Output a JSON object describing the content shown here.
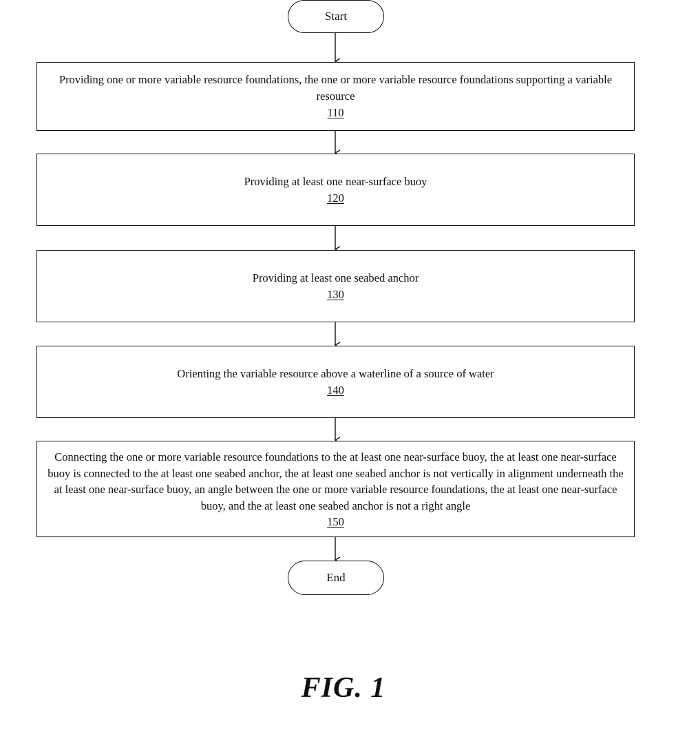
{
  "flowchart": {
    "start_label": "Start",
    "end_label": "End",
    "steps": [
      {
        "text": "Providing one or more variable resource foundations, the one or more variable resource foundations supporting a variable resource",
        "ref": "110"
      },
      {
        "text": "Providing at least one near-surface buoy",
        "ref": "120"
      },
      {
        "text": "Providing at least one seabed anchor",
        "ref": "130"
      },
      {
        "text": "Orienting the variable resource above a waterline of a source of water",
        "ref": "140"
      },
      {
        "text": "Connecting the one or more variable resource foundations to the at least one near-surface buoy, the at least one near-surface buoy is connected to the at least one seabed anchor, the at least one seabed anchor is not vertically in alignment underneath the at least one near-surface buoy, an angle between the one or more variable resource foundations, the at least one near-surface buoy, and the at least one seabed anchor is not a right angle",
        "ref": "150"
      }
    ]
  },
  "figure_label": "FIG. 1"
}
